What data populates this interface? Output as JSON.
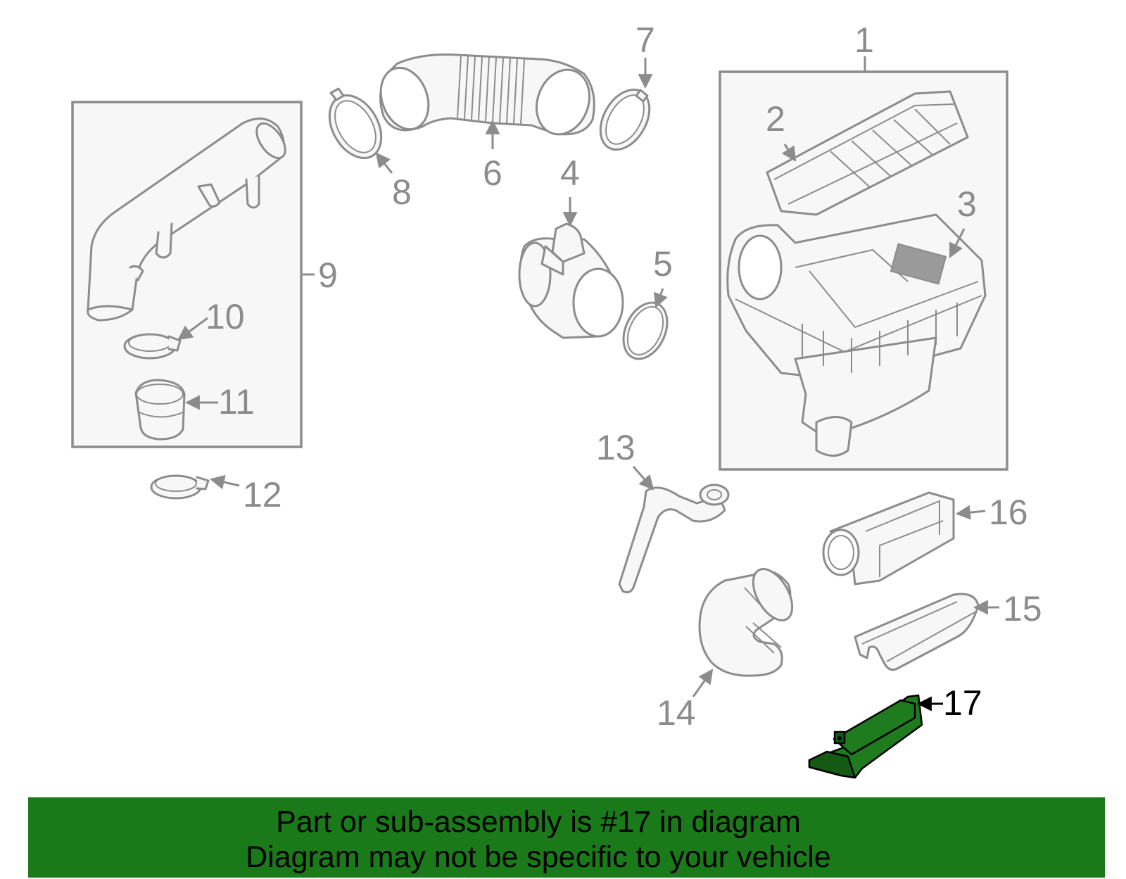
{
  "callouts": {
    "c1": "1",
    "c2": "2",
    "c3": "3",
    "c4": "4",
    "c5": "5",
    "c6": "6",
    "c7": "7",
    "c8": "8",
    "c9": "9",
    "c10": "10",
    "c11": "11",
    "c12": "12",
    "c13": "13",
    "c14": "14",
    "c15": "15",
    "c16": "16",
    "c17": "17"
  },
  "banner": {
    "line1": "Part or sub-assembly is #17 in diagram",
    "line2": "Diagram may not be specific to your vehicle",
    "color": "#1a7a1a"
  },
  "highlight_color": "#1e7b1e",
  "line_color": "#8c8c8c"
}
